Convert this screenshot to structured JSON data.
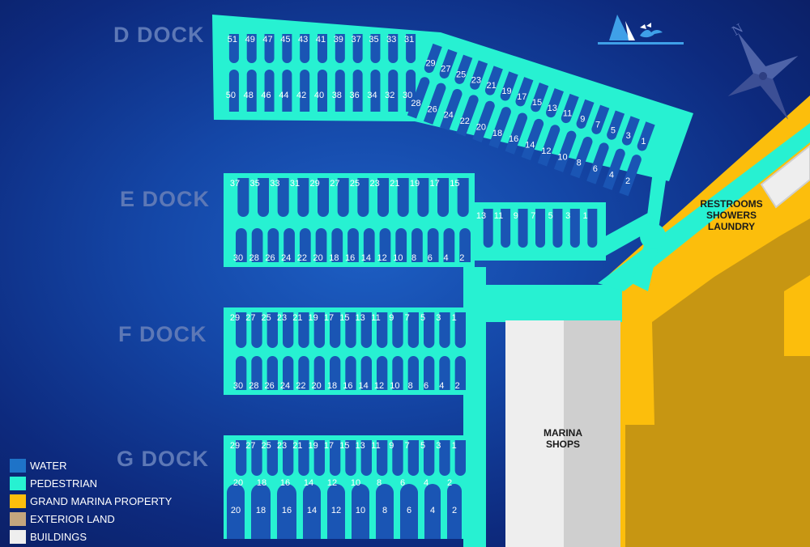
{
  "colors": {
    "water": "#1e73c8",
    "pedestrian": "#27f1d2",
    "grand_marina_property": "#fcbe0c",
    "exterior_land": "#c4a67e",
    "buildings": "#eeeeee"
  },
  "docks": [
    {
      "id": "d",
      "label": "D DOCK",
      "top_row": [
        "51",
        "49",
        "47",
        "45",
        "43",
        "41",
        "39",
        "37",
        "35",
        "33",
        "31",
        "29",
        "27",
        "25",
        "23",
        "21",
        "19",
        "17",
        "15",
        "13",
        "11",
        "9",
        "7",
        "5",
        "3",
        "1"
      ],
      "bottom_row": [
        "50",
        "48",
        "46",
        "44",
        "42",
        "40",
        "38",
        "36",
        "34",
        "32",
        "30",
        "28",
        "26",
        "24",
        "22",
        "20",
        "18",
        "16",
        "14",
        "12",
        "10",
        "8",
        "6",
        "4",
        "2"
      ]
    },
    {
      "id": "e",
      "label": "E DOCK",
      "top_row": [
        "37",
        "35",
        "33",
        "31",
        "29",
        "27",
        "25",
        "23",
        "21",
        "19",
        "17",
        "15"
      ],
      "bottom_row": [
        "30",
        "28",
        "26",
        "24",
        "22",
        "20",
        "18",
        "16",
        "14",
        "12",
        "10",
        "8",
        "6",
        "4",
        "2"
      ],
      "spur_row": [
        "13",
        "11",
        "9",
        "7",
        "5",
        "3",
        "1"
      ]
    },
    {
      "id": "f",
      "label": "F DOCK",
      "top_row": [
        "29",
        "27",
        "25",
        "23",
        "21",
        "19",
        "17",
        "15",
        "13",
        "11",
        "9",
        "7",
        "5",
        "3",
        "1"
      ],
      "bottom_row": [
        "30",
        "28",
        "26",
        "24",
        "22",
        "20",
        "18",
        "16",
        "14",
        "12",
        "10",
        "8",
        "6",
        "4",
        "2"
      ]
    },
    {
      "id": "g",
      "label": "G DOCK",
      "top_row": [
        "29",
        "27",
        "25",
        "23",
        "21",
        "19",
        "17",
        "15",
        "13",
        "11",
        "9",
        "7",
        "5",
        "3",
        "1"
      ],
      "bottom_row": [
        "20",
        "18",
        "16",
        "14",
        "12",
        "10",
        "8",
        "6",
        "4",
        "2"
      ]
    }
  ],
  "places": {
    "restrooms": [
      "RESTROOMS",
      "SHOWERS",
      "LAUNDRY"
    ],
    "shops": [
      "MARINA",
      "SHOPS"
    ]
  },
  "compass": {
    "north_label": "N"
  },
  "legend": [
    {
      "label": "WATER",
      "color": "#1e73c8"
    },
    {
      "label": "PEDESTRIAN",
      "color": "#27f1d2"
    },
    {
      "label": "GRAND MARINA PROPERTY",
      "color": "#fcbe0c"
    },
    {
      "label": "EXTERIOR LAND",
      "color": "#c4a67e"
    },
    {
      "label": "BUILDINGS",
      "color": "#eeeeee"
    }
  ],
  "icons": {
    "logo": "sailboat-whale-logo-icon",
    "compass": "compass-rose-icon"
  }
}
